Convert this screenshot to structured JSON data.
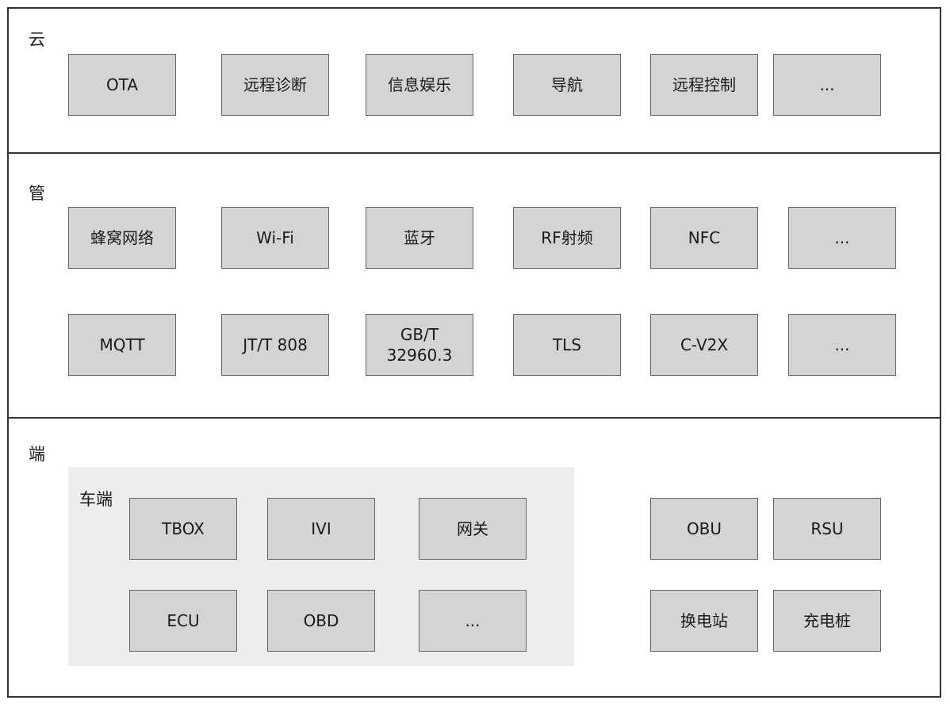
{
  "cloud": {
    "label": "云",
    "items": [
      "OTA",
      "远程诊断",
      "信息娱乐",
      "导航",
      "远程控制",
      "..."
    ]
  },
  "pipe": {
    "label": "管",
    "row1": [
      "蜂窝网络",
      "Wi-Fi",
      "蓝牙",
      "RF射频",
      "NFC",
      "..."
    ],
    "row2": [
      "MQTT",
      "JT/T 808",
      "GB/T\n32960.3",
      "TLS",
      "C-V2X",
      "..."
    ]
  },
  "end": {
    "label": "端",
    "vehicle": {
      "label": "车端",
      "row1": [
        "TBOX",
        "IVI",
        "网关"
      ],
      "row2": [
        "ECU",
        "OBD",
        "..."
      ]
    },
    "roadside": {
      "row1": [
        "OBU",
        "RSU"
      ],
      "row2": [
        "换电站",
        "充电桩"
      ]
    }
  }
}
